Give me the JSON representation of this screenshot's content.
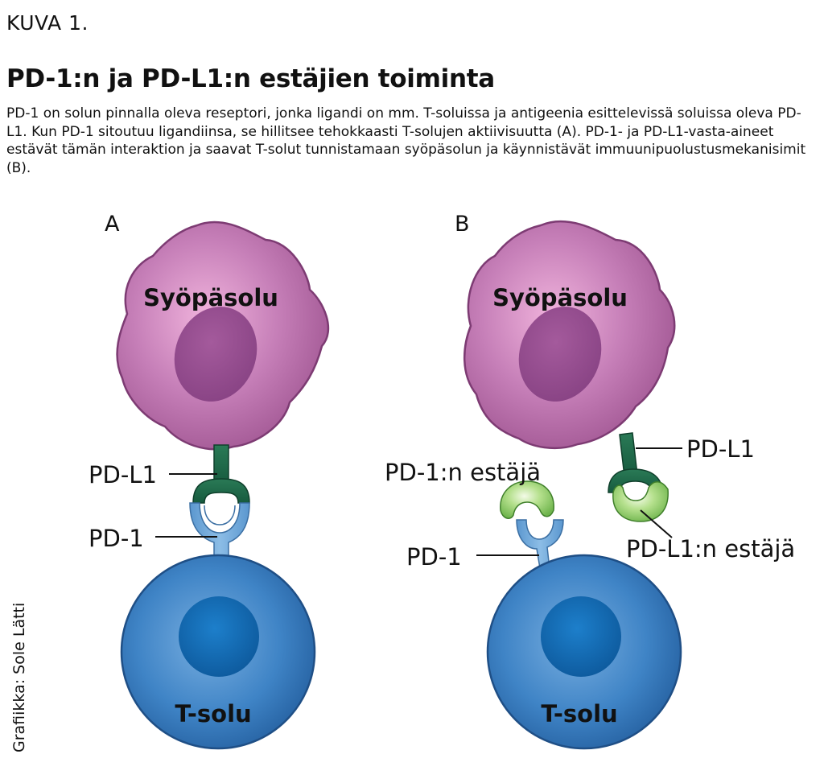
{
  "figure": {
    "number_label": "KUVA 1.",
    "title": "PD-1:n ja PD-L1:n estäjien toiminta",
    "caption": "PD-1 on solun pinnalla oleva reseptori, jonka ligandi on mm. T-soluissa ja antigeenia esittelevissä soluissa oleva PD-L1. Kun PD-1 sitoutuu ligandiinsa, se hillitsee tehokkaasti T-solujen aktiivisuutta (A). PD-1- ja PD-L1-vasta-aineet estävät tämän interaktion ja saavat T-solut tunnistamaan syöpäsolun ja käynnistävät immuunipuolustusmekanisimit (B).",
    "credit": "Grafiikka: Sole Lätti"
  },
  "panel_a": {
    "letter": "A",
    "cancer_cell": "Syöpäsolu",
    "ligand": "PD-L1",
    "receptor": "PD-1",
    "t_cell": "T-solu"
  },
  "panel_b": {
    "letter": "B",
    "cancer_cell": "Syöpäsolu",
    "ligand": "PD-L1",
    "receptor": "PD-1",
    "pd1_blocker": "PD-1:n estäjä",
    "pdl1_blocker": "PD-L1:n estäjä",
    "t_cell": "T-solu"
  },
  "colors": {
    "cancer_cell": "#b0669f",
    "nucleus_cancer": "#8e4787",
    "t_cell": "#2e6fb2",
    "t_nucleus": "#0f62a8",
    "pd_l1": "#1e6b4c",
    "pd_1": "#73a9d8",
    "blocker": "#8fcf6c"
  }
}
